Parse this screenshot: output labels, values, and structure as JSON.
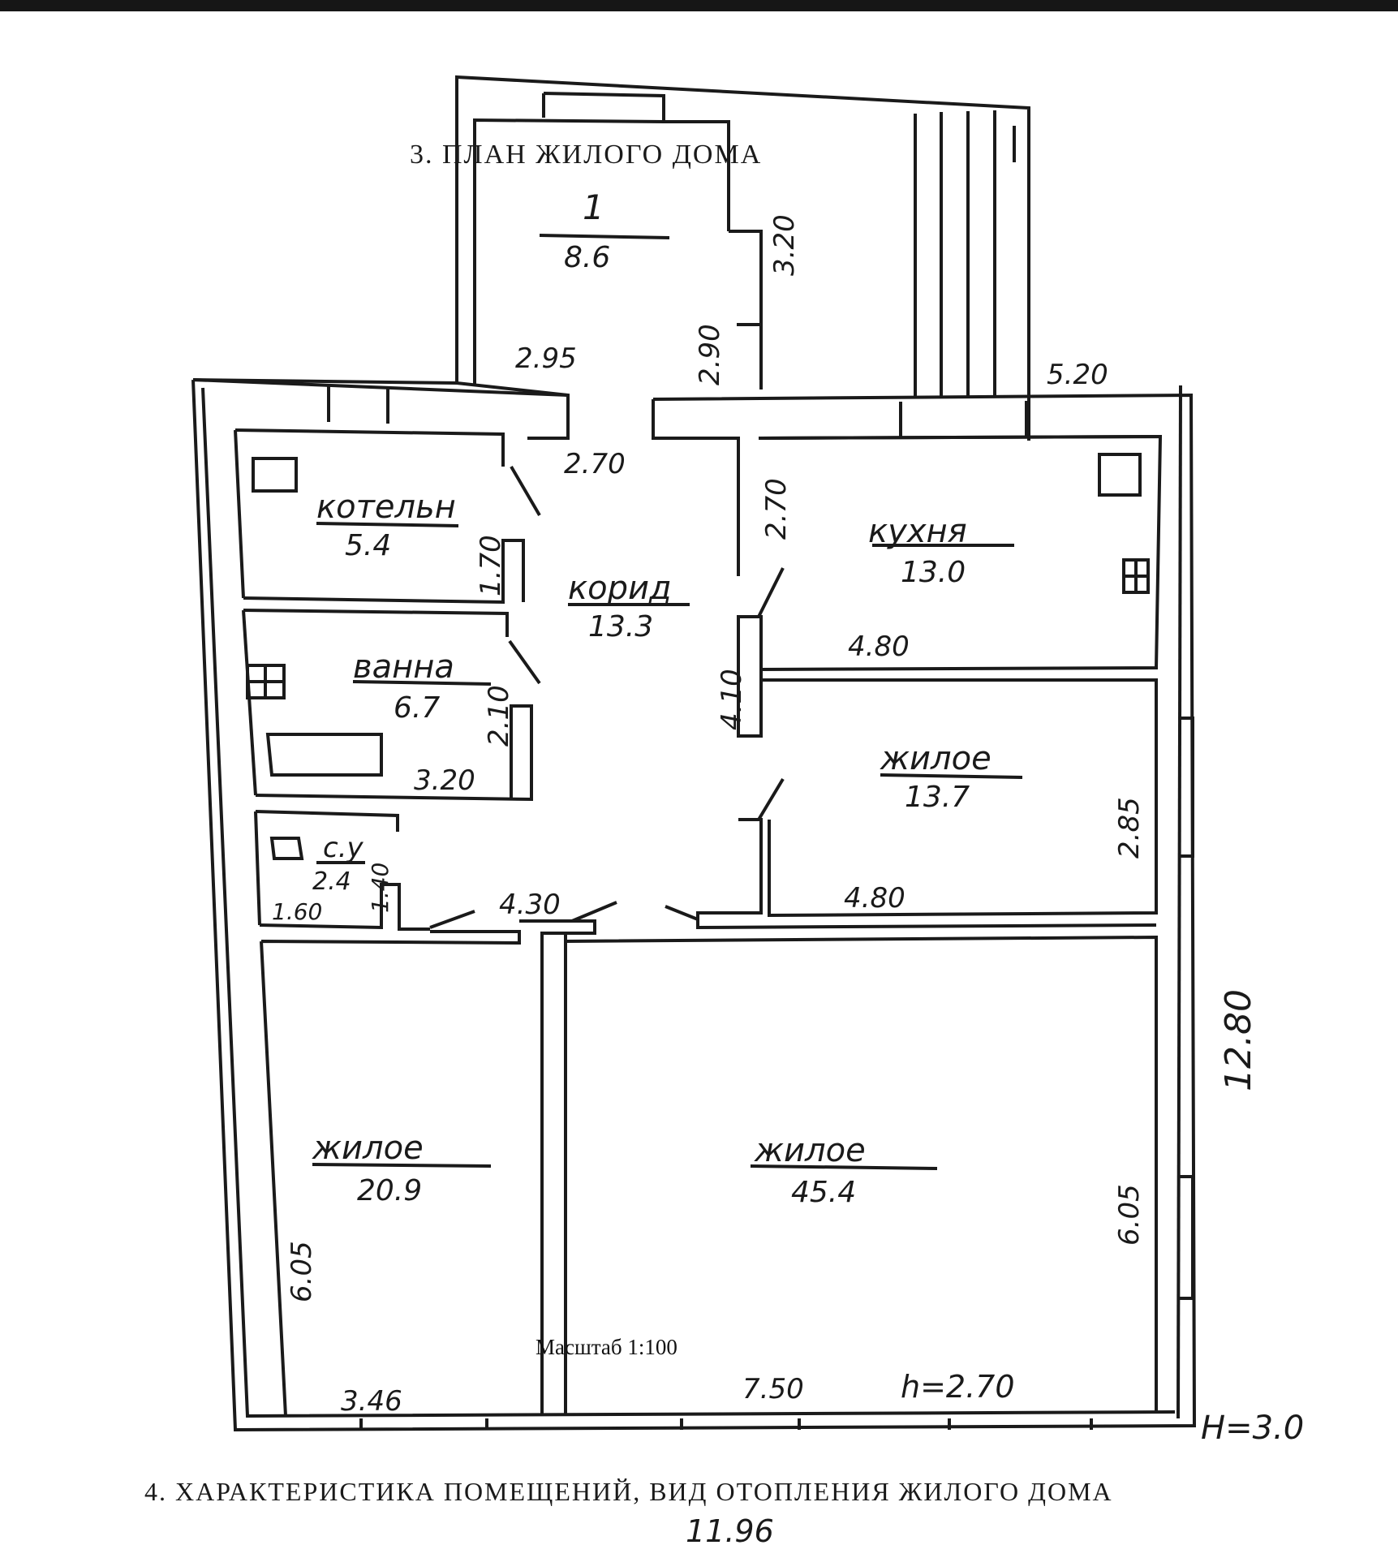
{
  "page": {
    "section3_title": "3. ПЛАН ЖИЛОГО ДОМА",
    "section4_title": "4. ХАРАКТЕРИСТИКА ПОМЕЩЕНИЙ, ВИД ОТОПЛЕНИЯ ЖИЛОГО ДОМА",
    "scale": "Масштаб 1:100"
  },
  "rooms": {
    "porch": {
      "number": "1",
      "area": "8.6"
    },
    "boiler": {
      "name": "котельн",
      "area": "5.4"
    },
    "corridor": {
      "name": "корид",
      "area": "13.3"
    },
    "kitchen": {
      "name": "кухня",
      "area": "13.0"
    },
    "bath": {
      "name": "ванна",
      "area": "6.7"
    },
    "living_small": {
      "name": "жилое",
      "area": "13.7"
    },
    "wc": {
      "name": "с.у",
      "area": "2.4"
    },
    "living_left": {
      "name": "жилое",
      "area": "20.9"
    },
    "living_main": {
      "name": "жилое",
      "area": "45.4"
    }
  },
  "dimensions": {
    "porch_width": "2.95",
    "porch_depth": "3.20",
    "porch_inner": "2.90",
    "porch_right": "5.20",
    "corridor_top": "2.70",
    "kitchen_left": "2.70",
    "boiler_depth": "1.70",
    "bath_depth": "2.10",
    "bath_width": "3.20",
    "kitchen_width": "4.80",
    "corridor_depth": "4.10",
    "living_small_width": "4.80",
    "living_small_depth": "2.85",
    "wc_width": "1.60",
    "wc_depth": "1.40",
    "corridor_bottom": "4.30",
    "overall_depth": "12.80",
    "left_room_depth": "6.05",
    "main_room_depth": "6.05",
    "left_room_width": "3.46",
    "main_room_width": "7.50",
    "room_height": "h=2.70",
    "building_height": "H=3.0",
    "overall_width": "11.96"
  }
}
